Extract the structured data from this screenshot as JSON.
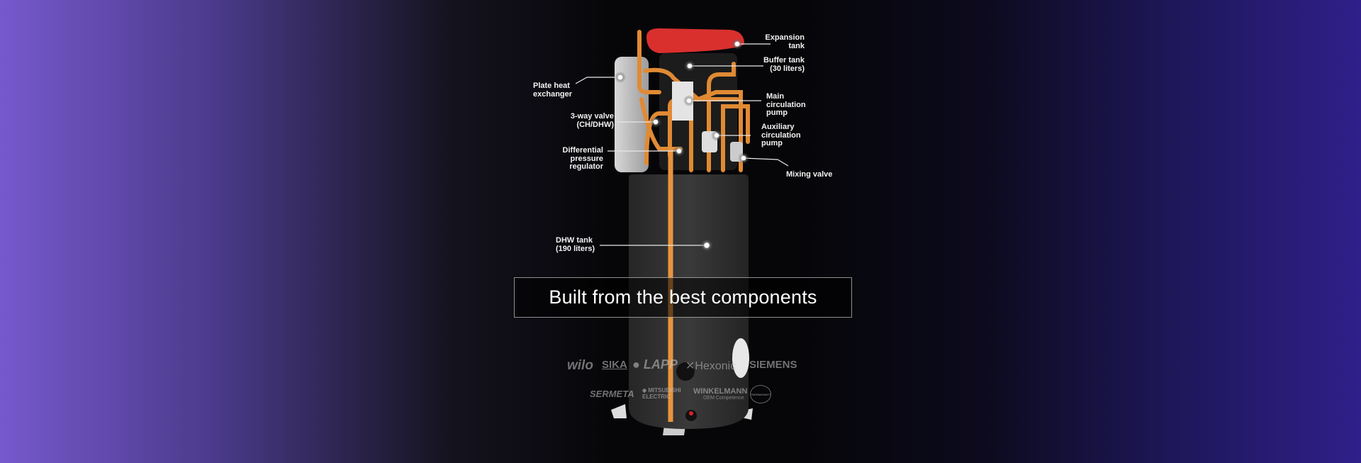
{
  "headline": "Built from the best components",
  "callouts": {
    "expansion_tank": "Expansion\ntank",
    "buffer_tank": "Buffer tank\n(30 liters)",
    "plate_heat_exchanger": "Plate heat\nexchanger",
    "main_pump": "Main\ncirculation\npump",
    "three_way_valve": "3-way valve\n(CH/DHW)",
    "auxiliary_pump": "Auxiliary\ncirculation\npump",
    "differential_regulator": "Differential\npressure\nregulator",
    "mixing_valve": "Mixing valve",
    "dhw_tank": "DHW tank\n(190 liters)"
  },
  "logos": {
    "wilo": "wilo",
    "sika": "SIKA",
    "lapp": "LAPP",
    "hexonic": "Hexonic",
    "siemens": "SIEMENS",
    "sermeta": "SERMETA",
    "mitsubishi": "MITSUBISHI ELECTRIC",
    "winkelmann": "WINKELMANN",
    "winkelmann_sub": "OEM Competence",
    "thermowatt": "THERMOWATT"
  },
  "colors": {
    "pipe": "#e08a34",
    "expansion": "#d9302e",
    "tank": "#2d2d2d"
  }
}
